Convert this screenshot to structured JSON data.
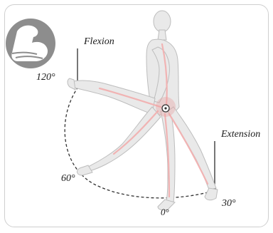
{
  "labels": {
    "flexion": "Flexion",
    "extension": "Extension",
    "deg_120": "120°",
    "deg_60": "60°",
    "deg_0": "0°",
    "deg_30": "30°"
  },
  "icons": {
    "badge": "flexed-arm-icon"
  },
  "colors": {
    "badge_bg": "#8d8d8d",
    "body": "#e9e9e9",
    "body_outline": "#bdbdbd",
    "bone_highlight": "#f1b3b3",
    "hip_joint": "#e79a9a",
    "arc": "#333333",
    "pointer": "#1a1a1a"
  }
}
